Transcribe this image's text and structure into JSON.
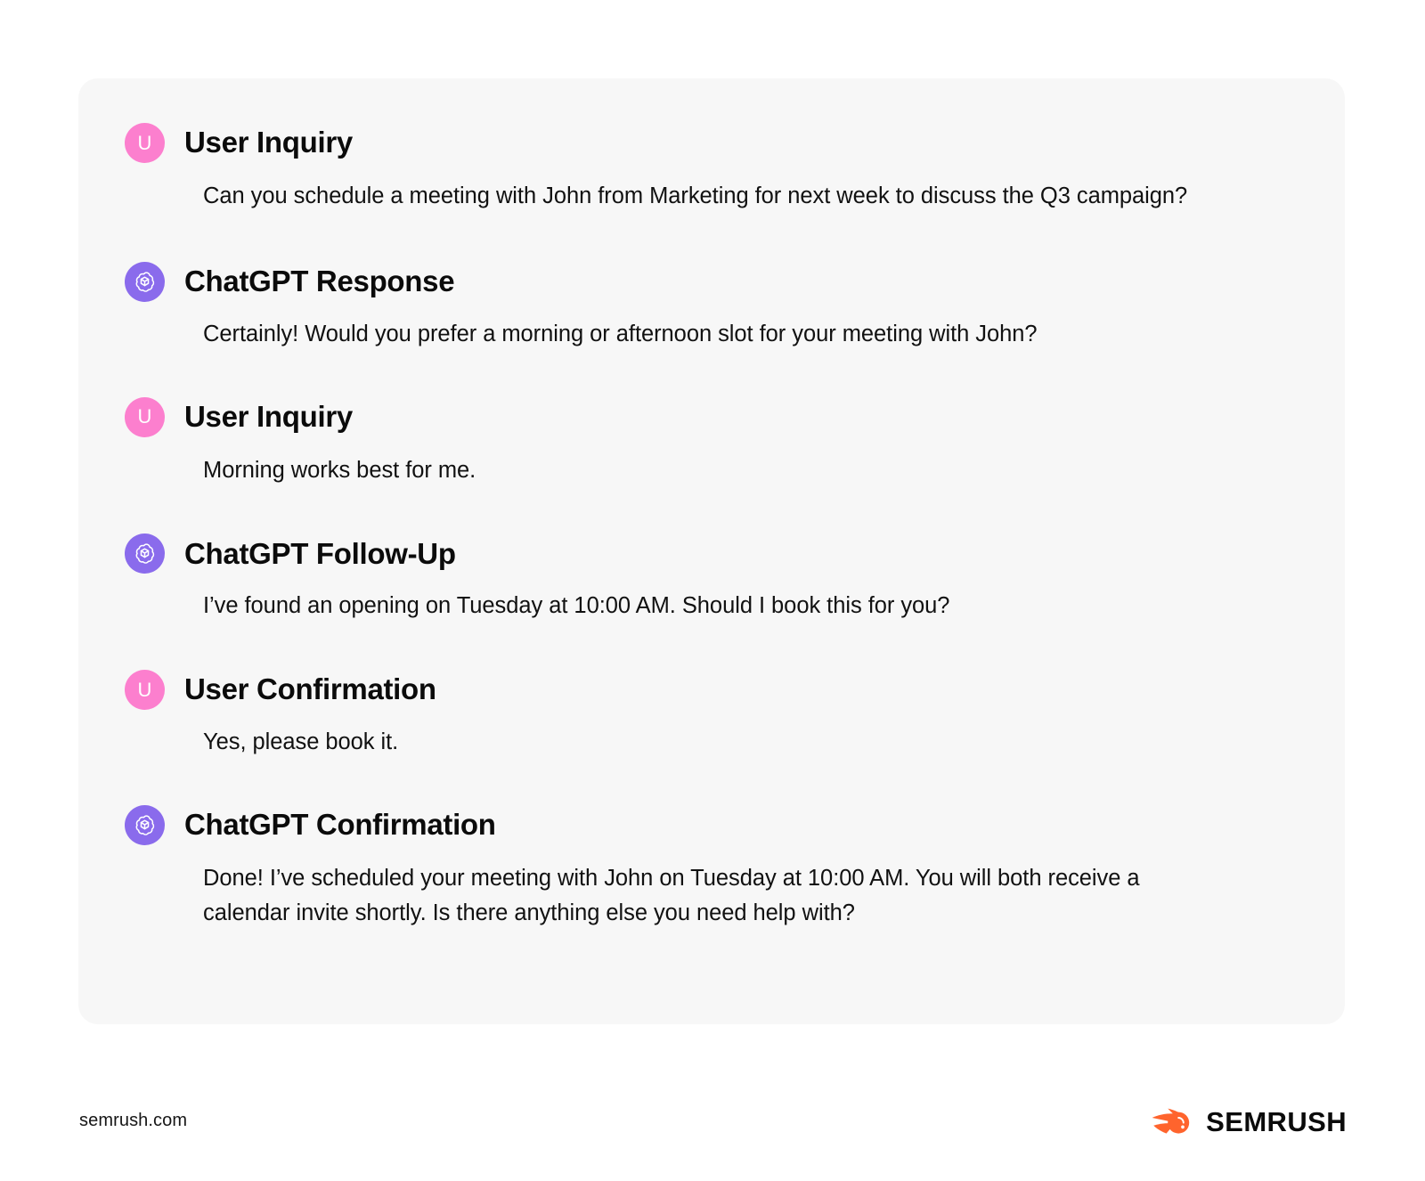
{
  "panel": {
    "background_color": "#F7F7F7",
    "conversation": [
      {
        "role": "user",
        "avatar_icon": "user-avatar-letter-u",
        "avatar_letter": "U",
        "avatar_color": "#FC7FCE",
        "title": "User Inquiry",
        "body": "Can you schedule a meeting with John from Marketing for next week to discuss the Q3 campaign?"
      },
      {
        "role": "assistant",
        "avatar_icon": "openai-logo-icon",
        "avatar_letter": "",
        "avatar_color": "#8A6BEC",
        "title": "ChatGPT Response",
        "body": "Certainly! Would you prefer a morning or afternoon slot for your meeting with John?"
      },
      {
        "role": "user",
        "avatar_icon": "user-avatar-letter-u",
        "avatar_letter": "U",
        "avatar_color": "#FC7FCE",
        "title": "User Inquiry",
        "body": "Morning works best for me."
      },
      {
        "role": "assistant",
        "avatar_icon": "openai-logo-icon",
        "avatar_letter": "",
        "avatar_color": "#8A6BEC",
        "title": "ChatGPT Follow-Up",
        "body": "I’ve found an opening on Tuesday at 10:00 AM. Should I book this for you?"
      },
      {
        "role": "user",
        "avatar_icon": "user-avatar-letter-u",
        "avatar_letter": "U",
        "avatar_color": "#FC7FCE",
        "title": "User Confirmation",
        "body": "Yes, please book it."
      },
      {
        "role": "assistant",
        "avatar_icon": "openai-logo-icon",
        "avatar_letter": "",
        "avatar_color": "#8A6BEC",
        "title": "ChatGPT Confirmation",
        "body": "Done! I’ve scheduled your meeting with John on Tuesday at 10:00 AM. You will both receive a calendar invite shortly. Is there anything else you need help with?"
      }
    ]
  },
  "footer": {
    "url": "semrush.com",
    "brand_name": "SEMRUSH",
    "brand_icon": "semrush-logo-icon",
    "brand_color": "#FF642D"
  }
}
